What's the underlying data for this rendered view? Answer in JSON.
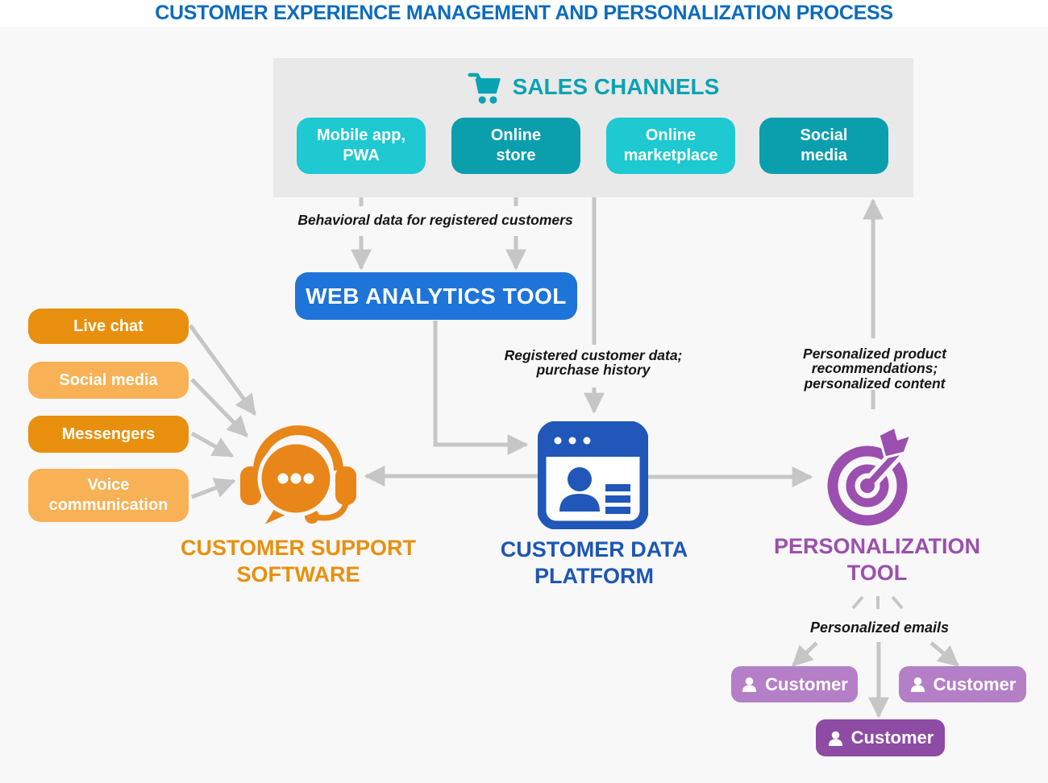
{
  "title": "CUSTOMER EXPERIENCE MANAGEMENT AND PERSONALIZATION PROCESS",
  "panel": {
    "header": "SALES CHANNELS"
  },
  "channels": [
    {
      "label": "Mobile app,\nPWA",
      "color": "#1ec9d2"
    },
    {
      "label": "Online\nstore",
      "color": "#0b9fae"
    },
    {
      "label": "Online\nmarketplace",
      "color": "#1ec9d2"
    },
    {
      "label": "Social\nmedia",
      "color": "#0b9fae"
    }
  ],
  "analytics": {
    "label": "WEB ANALYTICS TOOL",
    "color": "#1e74d8"
  },
  "flow": {
    "behavioral": "Behavioral data for registered customers",
    "registered": "Registered customer data;\npurchase history",
    "recommendations": "Personalized product recommendations;\npersonalized content",
    "emails": "Personalized emails"
  },
  "support_channels": [
    {
      "label": "Live chat",
      "color": "#e8900e"
    },
    {
      "label": "Social media",
      "color": "#f8b155"
    },
    {
      "label": "Messengers",
      "color": "#e8900e"
    },
    {
      "label": "Voice\ncommunication",
      "color": "#f8b155"
    }
  ],
  "nodes": {
    "support": {
      "label": "CUSTOMER SUPPORT\nSOFTWARE",
      "color": "#e8900e",
      "icon": "headset-chat-icon"
    },
    "cdp": {
      "label": "CUSTOMER DATA\nPLATFORM",
      "color": "#1d56b5",
      "icon": "browser-profile-icon"
    },
    "personalization": {
      "label": "PERSONALIZATION\nTOOL",
      "color": "#9b4fae",
      "icon": "target-arrow-icon"
    }
  },
  "customers": [
    {
      "label": "Customer",
      "color": "#b57fc7"
    },
    {
      "label": "Customer",
      "color": "#b57fc7"
    },
    {
      "label": "Customer",
      "color": "#8e4ba3"
    }
  ],
  "colors": {
    "title_blue": "#0d6bbd",
    "teal_header": "#0aa3b3",
    "panel_gray": "#e9e9e9",
    "background_gray": "#f8f8f8",
    "arrow_gray": "#c6c6c6"
  }
}
